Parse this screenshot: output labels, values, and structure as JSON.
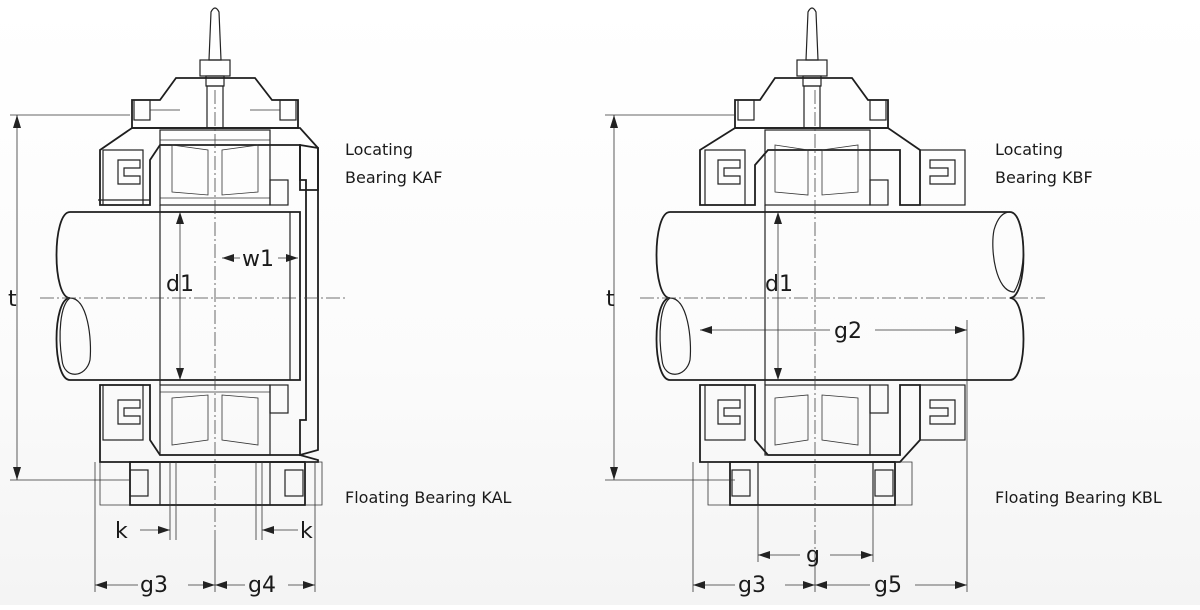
{
  "left": {
    "captions": {
      "locating_line1": "Locating",
      "locating_line2": "Bearing KAF",
      "floating": "Floating Bearing KAL"
    },
    "dims": {
      "t": "t",
      "d1": "d1",
      "w1": "w1",
      "k_left": "k",
      "k_right": "k",
      "g3": "g3",
      "g4": "g4"
    }
  },
  "right": {
    "captions": {
      "locating_line1": "Locating",
      "locating_line2": "Bearing KBF",
      "floating": "Floating Bearing KBL"
    },
    "dims": {
      "t": "t",
      "d1": "d1",
      "g2": "g2",
      "g": "g",
      "g3": "g3",
      "g5": "g5"
    }
  }
}
